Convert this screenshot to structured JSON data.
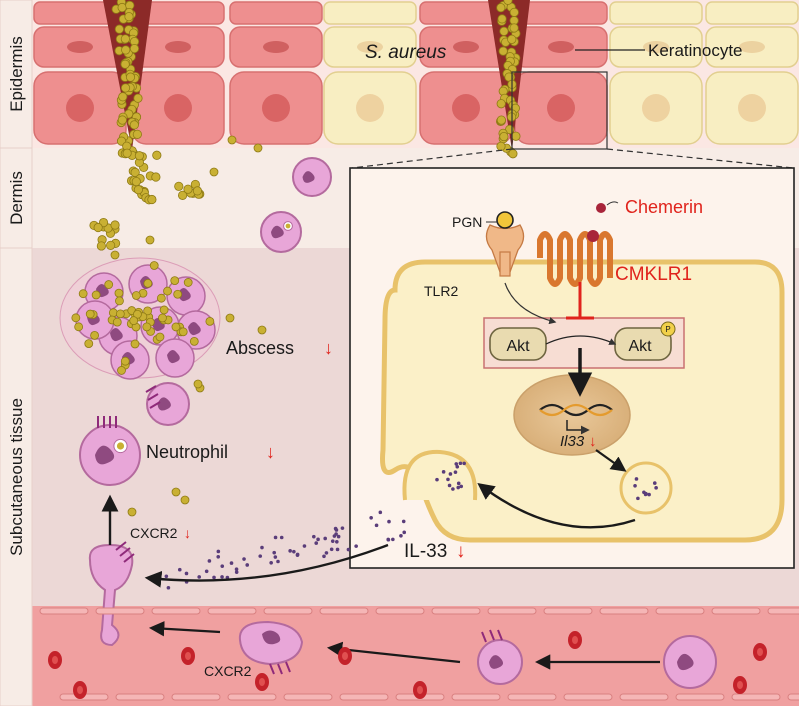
{
  "layers": {
    "epidermis": "Epidermis",
    "dermis": "Dermis",
    "subcutaneous": "Subcutaneous tissue"
  },
  "labels": {
    "s_aureus": "S. aureus",
    "keratinocyte": "Keratinocyte",
    "pgn": "PGN",
    "tlr2": "TLR2",
    "chemerin": "Chemerin",
    "cmklr1": "CMKLR1",
    "akt_left": "Akt",
    "akt_right": "Akt",
    "phospho": "P",
    "il33_gene": "Il33",
    "il33_protein": "IL-33",
    "abscess": "Abscess",
    "neutrophil": "Neutrophil",
    "cxcr2_upper": "CXCR2",
    "cxcr2_lower": "CXCR2",
    "down_arrow": "↓"
  },
  "colors": {
    "keratinocyte_pink": "#ee8f8f",
    "keratinocyte_yellow": "#f8eec2",
    "bacteria": "#c9b033",
    "neutrophil": "#e8a6d8",
    "vessel": "#f0a0a0",
    "alert_red": "#e0231c"
  }
}
